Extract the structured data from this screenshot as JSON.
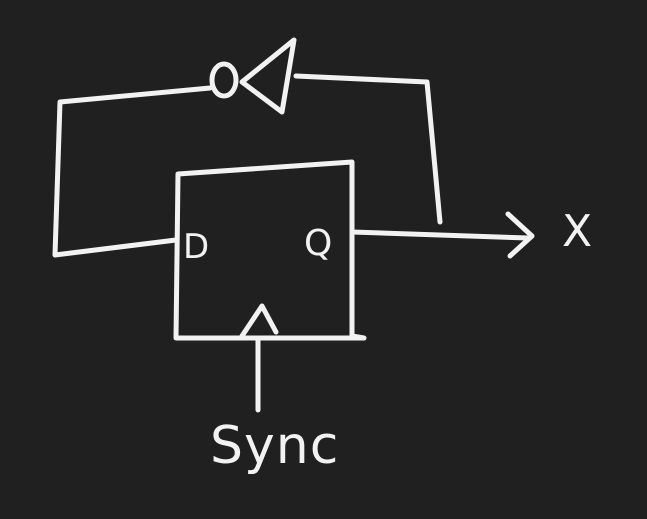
{
  "diagram": {
    "ports": {
      "d": "D",
      "q": "Q"
    },
    "output_label": "X",
    "clock_label": "Sync"
  },
  "colors": {
    "background": "#202020",
    "ink": "#f2f2f2"
  }
}
